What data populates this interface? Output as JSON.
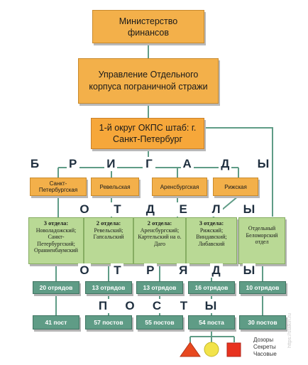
{
  "top": {
    "ministry": "Министерство финансов",
    "directorate": "Управление Отдельного корпуса пограничной стражи",
    "district": "1-й округ ОКПС штаб: г. Санкт-Петербург"
  },
  "separators": {
    "brigades": [
      "Б",
      "Р",
      "И",
      "Г",
      "А",
      "Д",
      "Ы"
    ],
    "departments": [
      "О",
      "Т",
      "Д",
      "Е",
      "Л",
      "Ы"
    ],
    "detachments": [
      "О",
      "Т",
      "Р",
      "Я",
      "Д",
      "Ы"
    ],
    "posts": [
      "П",
      "О",
      "С",
      "Т",
      "Ы"
    ]
  },
  "brigades": [
    "Санкт-Петербургская",
    "Ревельская",
    "Аренсбургская",
    "Рижская"
  ],
  "departments": [
    {
      "head": "3 отдела:",
      "text": "Новоладожский; Санкт-Петербургский; Ораниенбаумский"
    },
    {
      "head": "2 отдела:",
      "text": "Ревельский; Гапсальский"
    },
    {
      "head": "2 отдела:",
      "text": "Аренсбургский; Картельский на о. Даго"
    },
    {
      "head": "3 отдела:",
      "text": "Рижский; Виндавский; Либавский"
    },
    {
      "head": "",
      "text": "Отдельный Беломорский отдел"
    }
  ],
  "detachments": [
    "20 отрядов",
    "13 отрядов",
    "13 отрядов",
    "16 отрядов",
    "10 отрядов"
  ],
  "posts": [
    "41 пост",
    "57 постов",
    "55 постов",
    "54 поста",
    "30 постов"
  ],
  "legend": [
    "Дозоры",
    "Секреты",
    "Часовые"
  ],
  "watermark": "https://stalkin.ru",
  "colors": {
    "orange": "#f3b04a",
    "green": "#b9d995",
    "teal": "#5f9c86",
    "lines": "#5f9c86",
    "triangle": "#e8481f",
    "circle": "#f2e34a",
    "square": "#e8321f"
  }
}
